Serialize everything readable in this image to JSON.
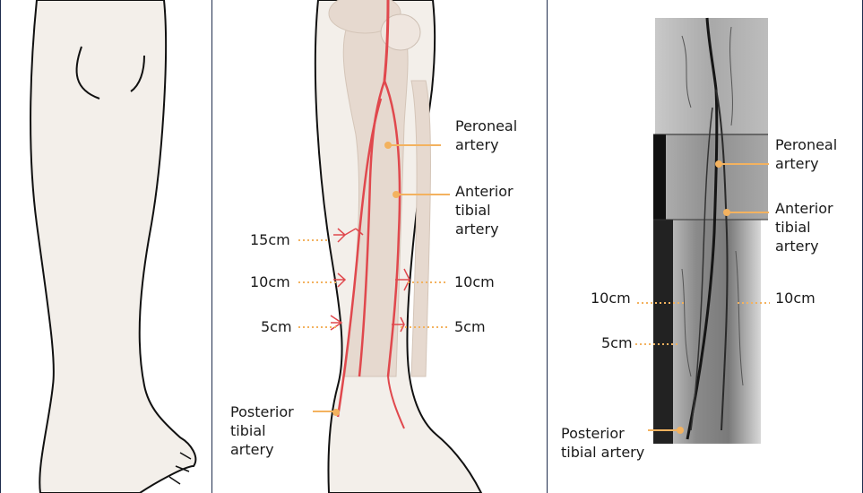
{
  "middle_panel": {
    "peroneal": [
      "Peroneal",
      "artery"
    ],
    "anterior": [
      "Anterior",
      "tibial",
      "artery"
    ],
    "left_15": "15cm",
    "left_10": "10cm",
    "left_5": "5cm",
    "right_10": "10cm",
    "right_5": "5cm",
    "posterior": [
      "Posterior",
      "tibial",
      "artery"
    ]
  },
  "right_panel": {
    "peroneal": [
      "Peroneal",
      "artery"
    ],
    "anterior": [
      "Anterior",
      "tibial",
      "artery"
    ],
    "left_10": "10cm",
    "left_5": "5cm",
    "right_10": "10cm",
    "posterior": [
      "Posterior",
      "tibial artery"
    ]
  },
  "colors": {
    "skin": "#f3efea",
    "outline": "#111111",
    "bone": "#e6d9cf",
    "artery": "#e0484d",
    "leader": "#f3b25f",
    "border": "#1f2d4d"
  }
}
